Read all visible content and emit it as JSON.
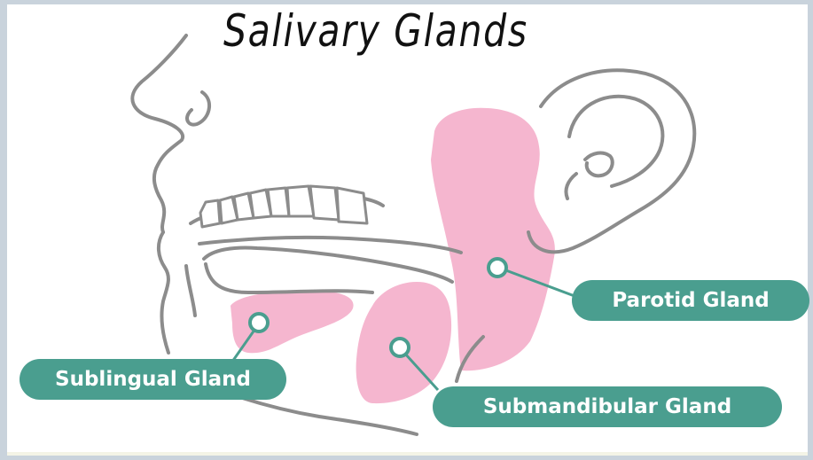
{
  "title": "Salivary Glands",
  "labels": {
    "parotid": "Parotid Gland",
    "sublingual": "Sublingual Gland",
    "submandibular": "Submandibular Gland"
  },
  "colors": {
    "gland_fill": "#f5b6cf",
    "label_fill": "#4a9e8f",
    "outline": "#8c8c8c",
    "background": "#ffffff"
  }
}
